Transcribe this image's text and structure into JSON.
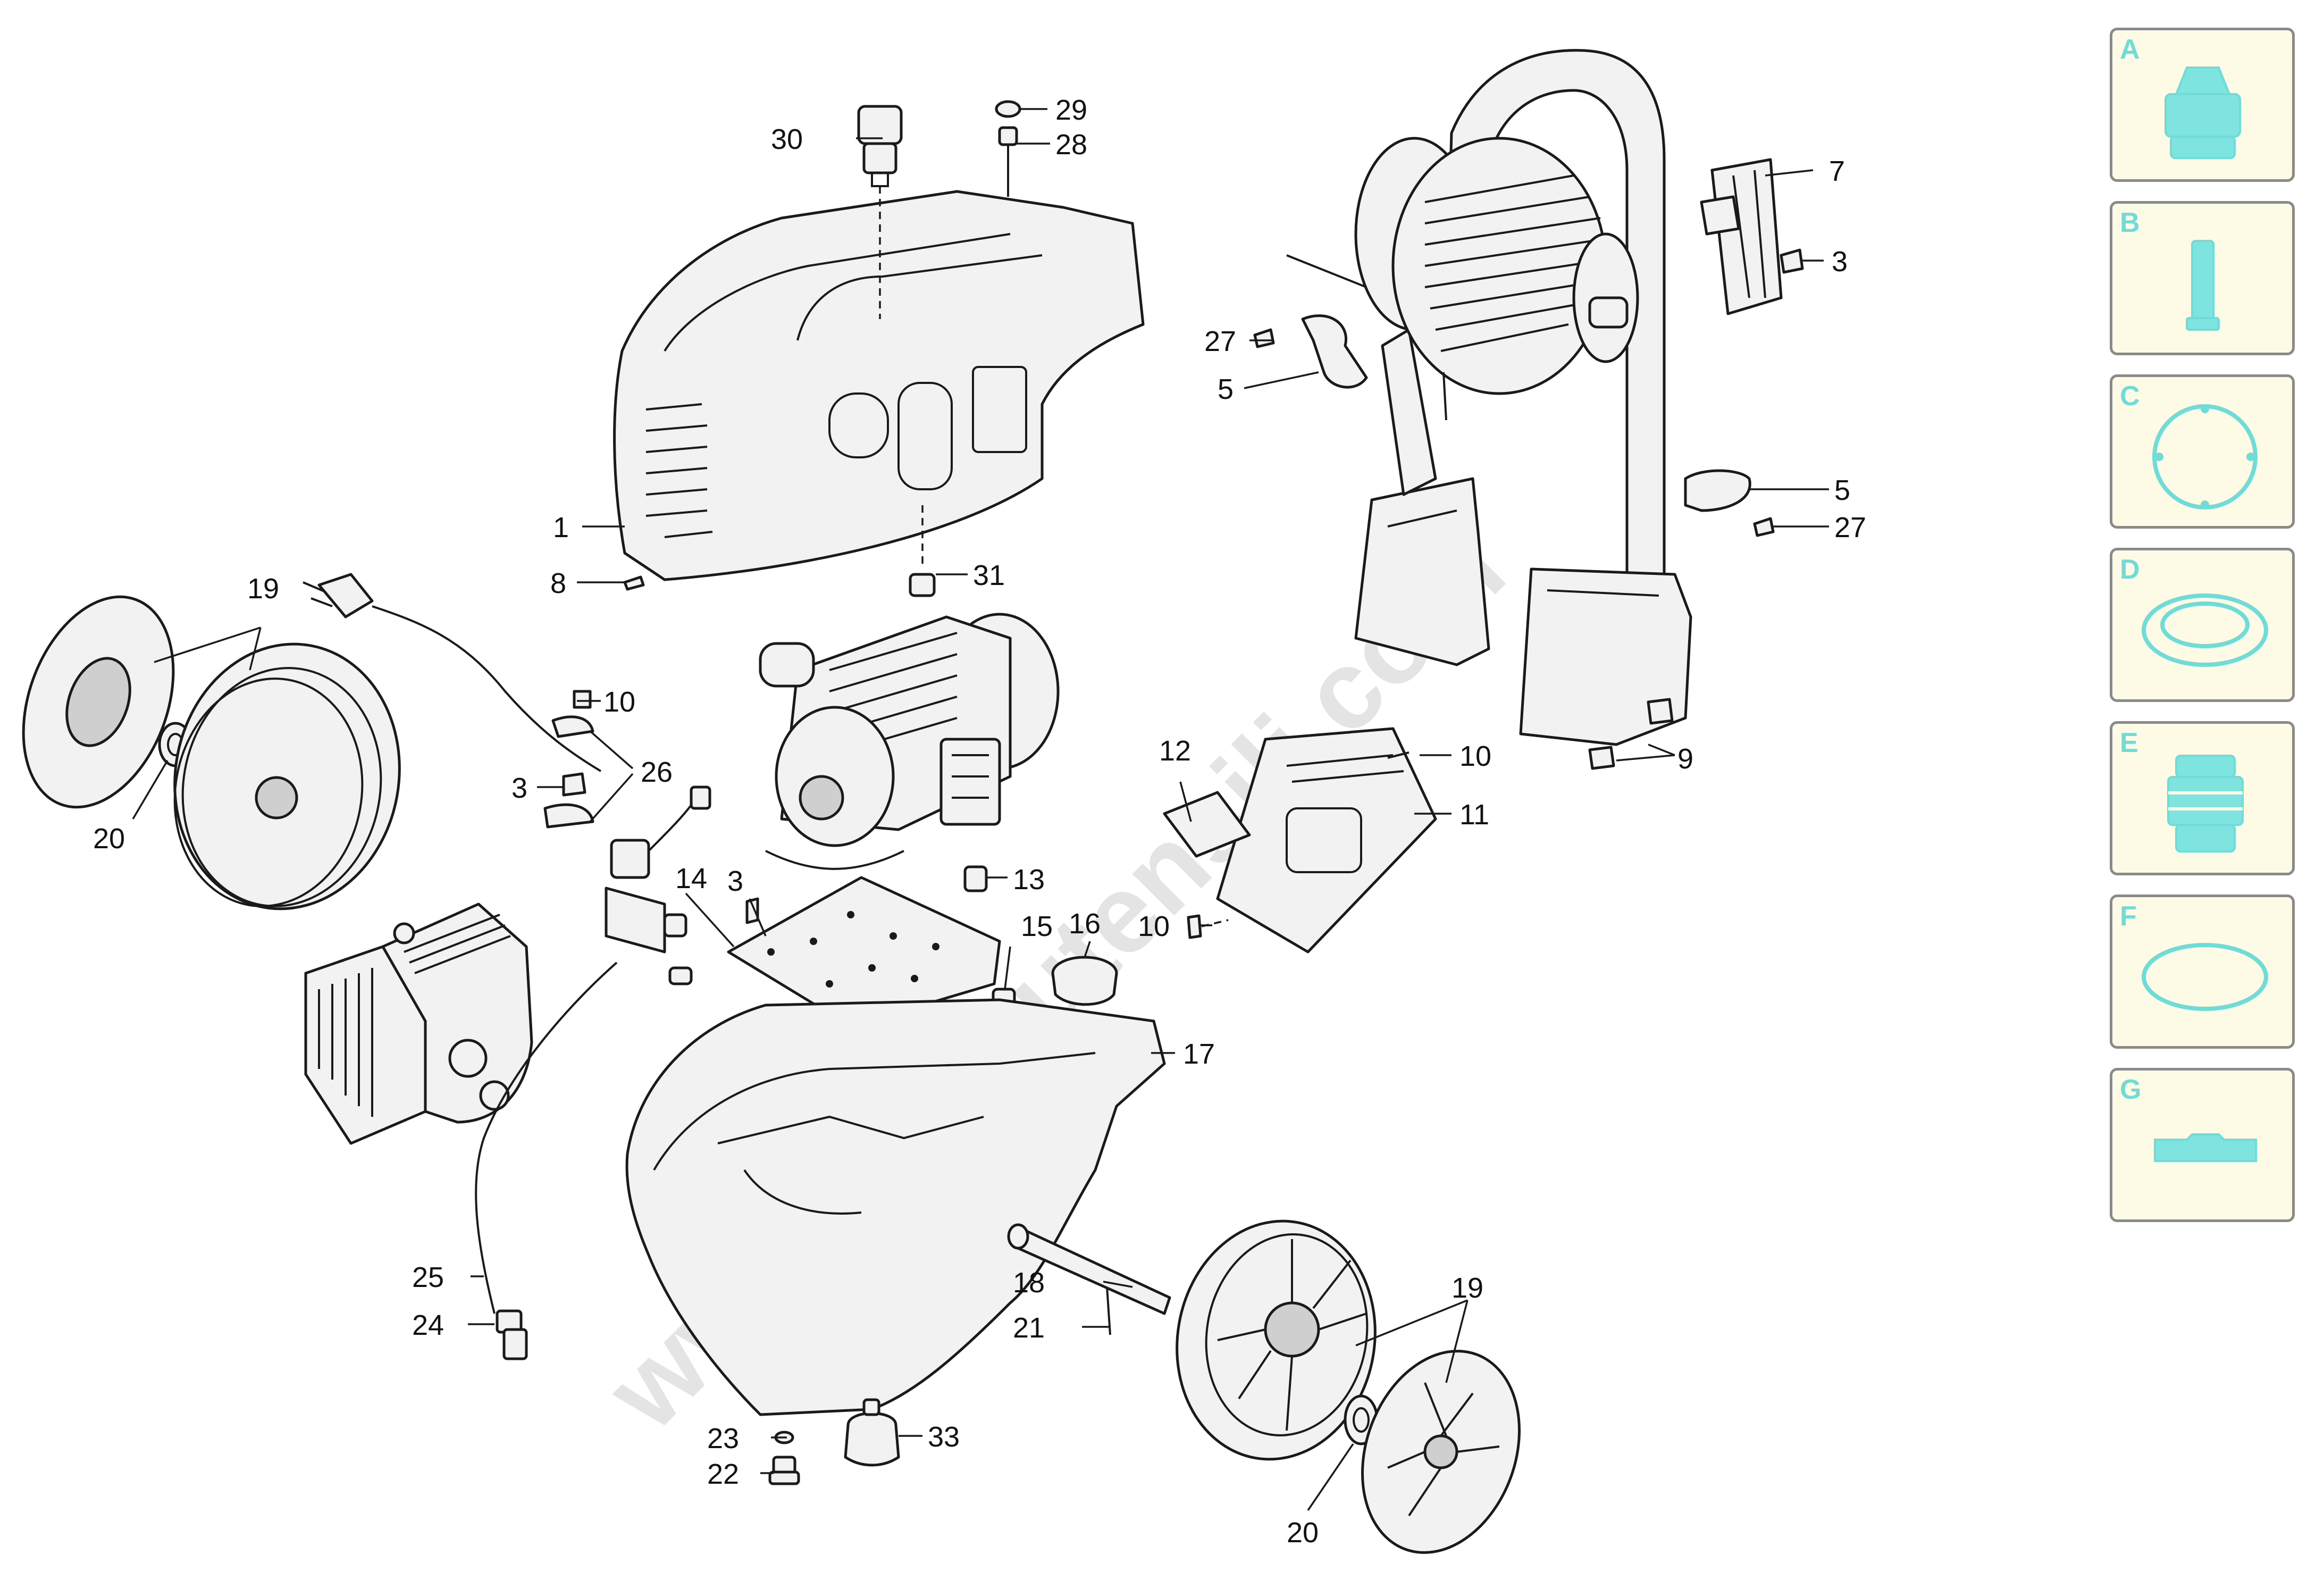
{
  "watermark": "www.bricoutensili.com",
  "callouts": [
    {
      "id": "c1",
      "label": "1"
    },
    {
      "id": "c3a",
      "label": "3"
    },
    {
      "id": "c3b",
      "label": "3"
    },
    {
      "id": "c3c",
      "label": "3"
    },
    {
      "id": "c5a",
      "label": "5"
    },
    {
      "id": "c5b",
      "label": "5"
    },
    {
      "id": "c7",
      "label": "7"
    },
    {
      "id": "c8",
      "label": "8"
    },
    {
      "id": "c9",
      "label": "9"
    },
    {
      "id": "c10a",
      "label": "10"
    },
    {
      "id": "c10b",
      "label": "10"
    },
    {
      "id": "c10c",
      "label": "10"
    },
    {
      "id": "c11",
      "label": "11"
    },
    {
      "id": "c12",
      "label": "12"
    },
    {
      "id": "c13",
      "label": "13"
    },
    {
      "id": "c14",
      "label": "14"
    },
    {
      "id": "c15",
      "label": "15"
    },
    {
      "id": "c16",
      "label": "16"
    },
    {
      "id": "c17",
      "label": "17"
    },
    {
      "id": "c18",
      "label": "18"
    },
    {
      "id": "c19a",
      "label": "19"
    },
    {
      "id": "c19b",
      "label": "19"
    },
    {
      "id": "c20a",
      "label": "20"
    },
    {
      "id": "c20b",
      "label": "20"
    },
    {
      "id": "c21",
      "label": "21"
    },
    {
      "id": "c22",
      "label": "22"
    },
    {
      "id": "c23",
      "label": "23"
    },
    {
      "id": "c24",
      "label": "24"
    },
    {
      "id": "c25",
      "label": "25"
    },
    {
      "id": "c26",
      "label": "26"
    },
    {
      "id": "c27a",
      "label": "27"
    },
    {
      "id": "c27b",
      "label": "27"
    },
    {
      "id": "c28",
      "label": "28"
    },
    {
      "id": "c29",
      "label": "29"
    },
    {
      "id": "c30",
      "label": "30"
    },
    {
      "id": "c31",
      "label": "31"
    },
    {
      "id": "c33",
      "label": "33"
    }
  ],
  "legend": [
    {
      "letter": "A",
      "icon": "piston-head-icon"
    },
    {
      "letter": "B",
      "icon": "plunger-icon"
    },
    {
      "letter": "C",
      "icon": "gasket-ring-icon"
    },
    {
      "letter": "D",
      "icon": "oil-seal-icon"
    },
    {
      "letter": "E",
      "icon": "valve-icon"
    },
    {
      "letter": "F",
      "icon": "o-ring-icon"
    },
    {
      "letter": "G",
      "icon": "flat-seal-icon"
    }
  ],
  "colors": {
    "legend_fill": "#fdfbe6",
    "legend_accent": "#6fdcd8",
    "line": "#1a1a1a"
  }
}
